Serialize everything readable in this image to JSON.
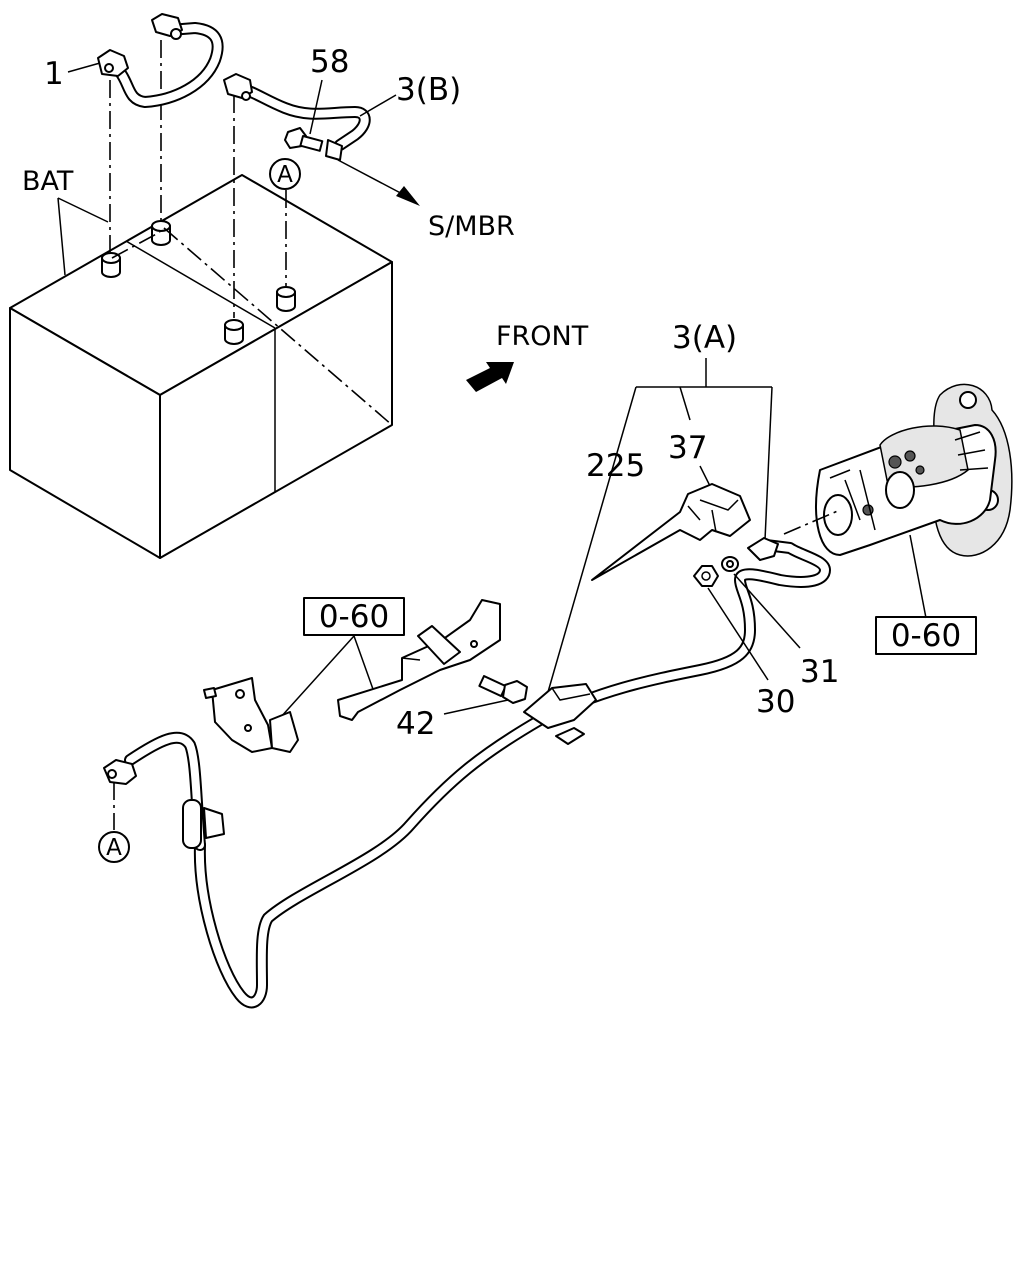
{
  "labels": {
    "bat": "BAT",
    "part_1": "1",
    "part_58": "58",
    "part_3b": "3(B)",
    "smbr": "S/MBR",
    "ref_a_top": "A",
    "front": "FRONT",
    "part_3a": "3(A)",
    "part_225": "225",
    "part_37": "37",
    "ref_060_left": "0-60",
    "ref_060_right": "0-60",
    "part_42": "42",
    "part_30": "30",
    "part_31": "31",
    "ref_a_bottom": "A"
  }
}
